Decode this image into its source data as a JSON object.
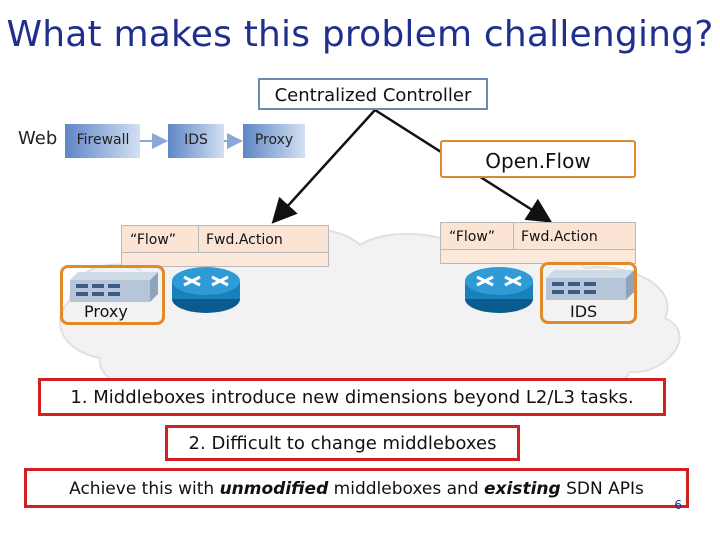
{
  "slide": {
    "title": "What makes this problem challenging?",
    "controller": "Centralized Controller",
    "web": "Web",
    "chain": [
      "Firewall",
      "IDS",
      "Proxy"
    ],
    "openflow": "Open.Flow",
    "table_left": {
      "col1": "“Flow”",
      "col2": "Fwd.Action"
    },
    "table_right": {
      "col1": "“Flow”",
      "col2": "Fwd.Action"
    },
    "mb_left_label": "Proxy",
    "mb_right_label": "IDS",
    "point1": "1. Middleboxes introduce new dimensions beyond L2/L3 tasks.",
    "point2": "2. Difficult to change middleboxes",
    "achieve": {
      "prefix": "Achieve this with ",
      "em1": "unmodified",
      "mid": " middleboxes and ",
      "em2": "existing",
      "suffix": " SDN APIs"
    },
    "page_number": "6"
  },
  "colors": {
    "title": "#1f2f8f",
    "openflow_border": "#d98a2a",
    "highlight_red": "#d02020",
    "table_fill": "#fbe4d3",
    "chain_gradient_from": "#6a8fc9",
    "chain_gradient_to": "#c6d6ee"
  },
  "icons": [
    "router-icon",
    "server-icon",
    "cloud-icon",
    "arrow-icon"
  ]
}
